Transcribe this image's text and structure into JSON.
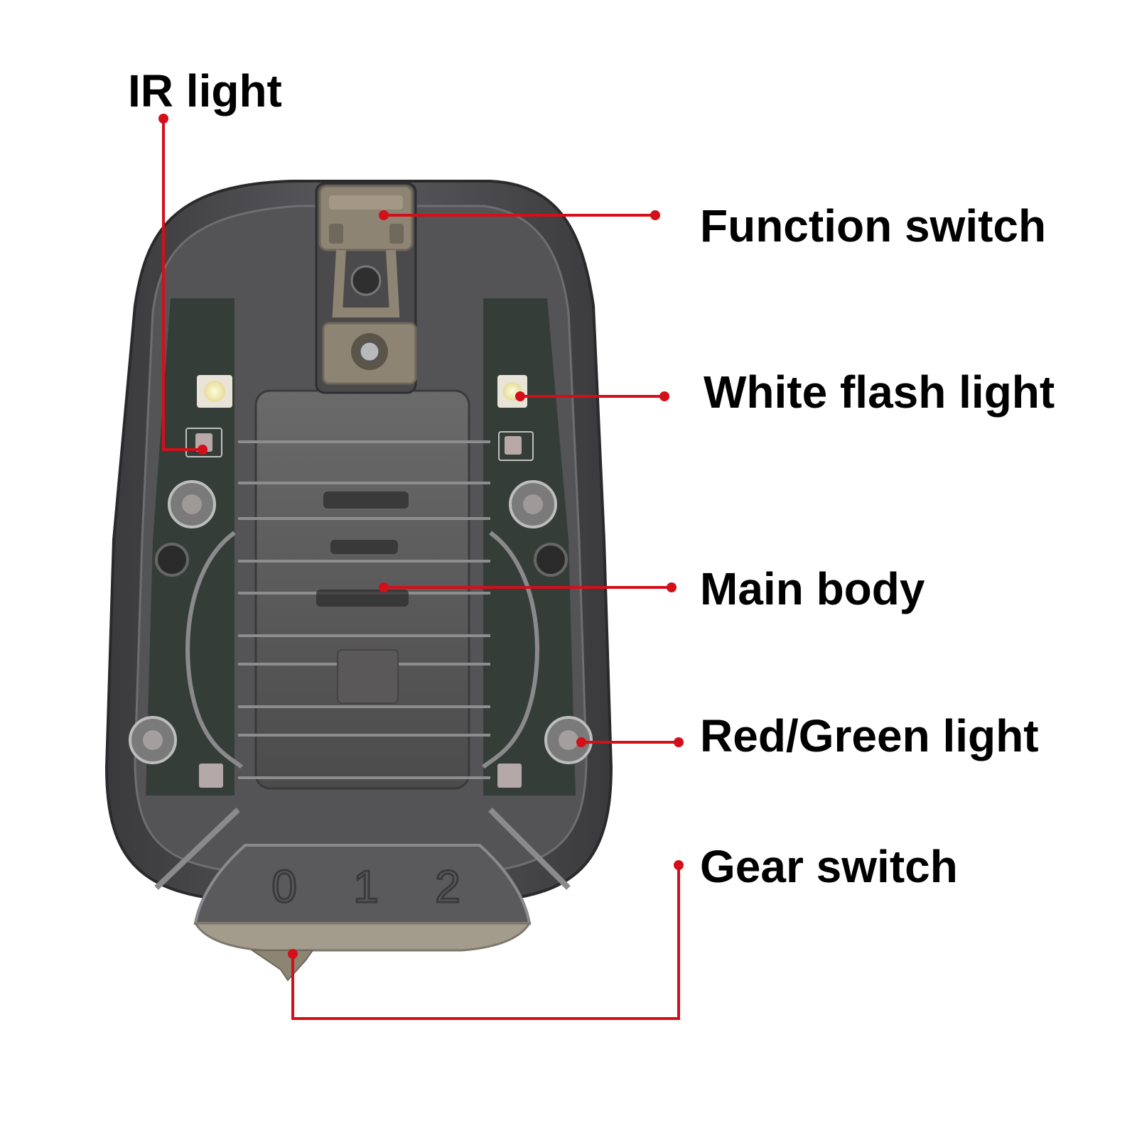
{
  "labels": {
    "ir_light": "IR light",
    "function_switch": "Function switch",
    "white_flash_light": "White flash light",
    "main_body": "Main body",
    "red_green_light": "Red/Green light",
    "gear_switch": "Gear switch"
  },
  "dial_numbers": [
    "0",
    "1",
    "2"
  ],
  "colors": {
    "leader_line": "#d40f1a",
    "label_text": "#000000",
    "housing": "#4a4a4c",
    "tan_parts": "#8d8474",
    "white_led": "#f2ecb8",
    "pcb": "#2f3a34"
  }
}
